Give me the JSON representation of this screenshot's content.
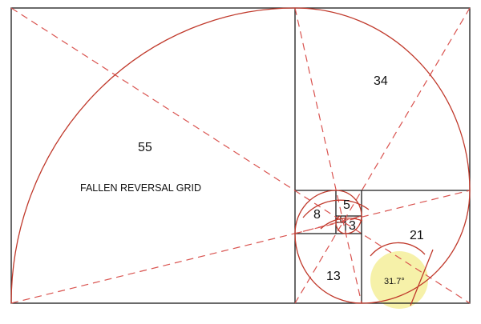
{
  "diagram": {
    "title": "FALLEN REVERSAL GRID",
    "square_labels": [
      "55",
      "34",
      "21",
      "13",
      "8",
      "5",
      "3"
    ],
    "angle_label": "31.7°",
    "colors": {
      "frame": "#1a1a1a",
      "spiral": "#c0392b",
      "diagonal": "#d9534f",
      "highlight": "#f5ef9a"
    },
    "elements": [
      "frame-rectangle",
      "golden-spiral",
      "dashed-diagonals",
      "angle-highlight-circle"
    ]
  }
}
